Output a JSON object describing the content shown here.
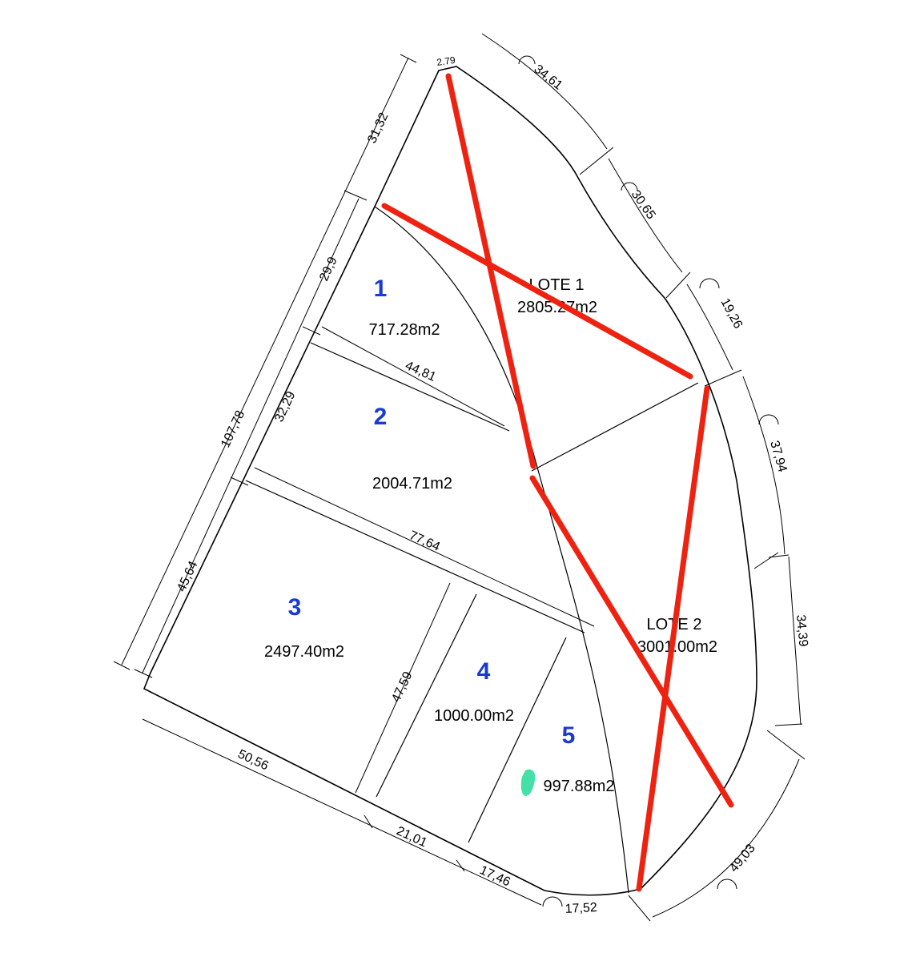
{
  "colors": {
    "lot_number": "#1a3ad6",
    "cross": "#ee2211",
    "marker": "#44e0a8",
    "line": "#000000"
  },
  "lots": [
    {
      "number": "1",
      "area": "717.28m2"
    },
    {
      "number": "2",
      "area": "2004.71m2"
    },
    {
      "number": "3",
      "area": "2497.40m2"
    },
    {
      "number": "4",
      "area": "1000.00m2"
    },
    {
      "number": "5",
      "area": "997.88m2"
    }
  ],
  "lote1": {
    "name": "LOTE 1",
    "area": "2805.27m2"
  },
  "lote2": {
    "name": "LOTE 2",
    "area": "3001.00m2"
  },
  "dimensions": {
    "left_31_32": "31,32",
    "left_29_9": "29,9",
    "left_32_29": "32,29",
    "left_107_78": "107,78",
    "left_45_64": "45,64",
    "width_44_81": "44,81",
    "width_77_64": "77,64",
    "depth_47_59": "47,59",
    "bottom_50_56": "50,56",
    "bottom_21_01": "21,01",
    "bottom_17_46": "17,46",
    "bottom_17_52": "17,52",
    "right_49_03": "49,03",
    "right_34_39": "34,39",
    "right_37_94": "37,94",
    "right_19_26": "19,26",
    "top_30_65": "30,65",
    "top_34_61": "34,61",
    "top_2_79": "2.79"
  }
}
